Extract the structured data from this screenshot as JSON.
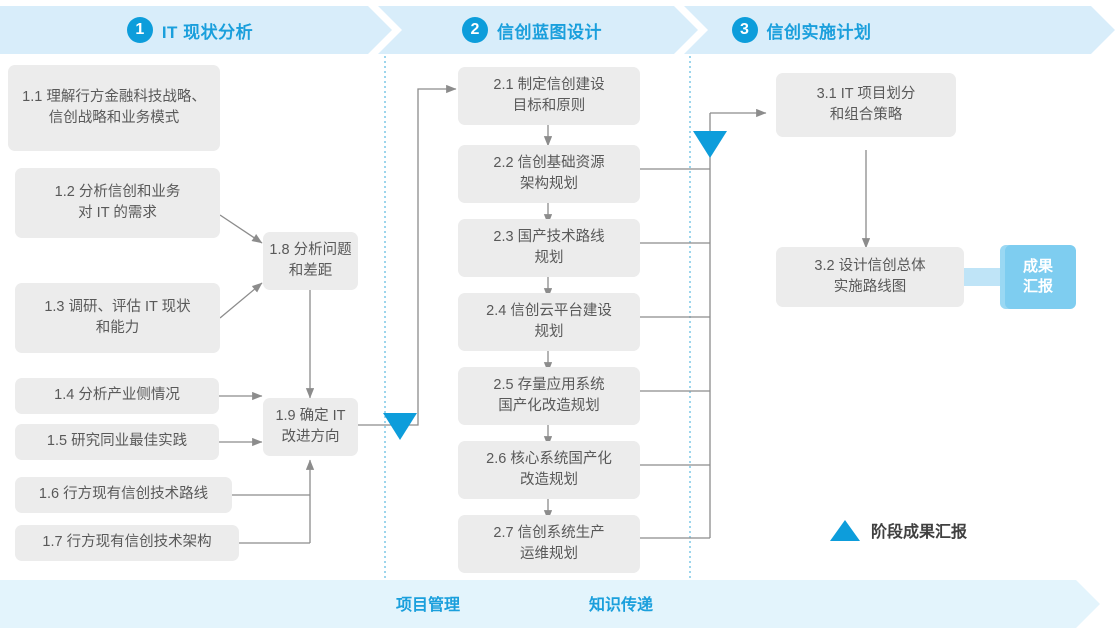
{
  "header": {
    "phases": [
      {
        "number": "1",
        "title": "IT 现状分析"
      },
      {
        "number": "2",
        "title": "信创蓝图设计"
      },
      {
        "number": "3",
        "title": "信创实施计划"
      }
    ]
  },
  "phase1_boxes": [
    {
      "id": "1.1",
      "text": "1.1 理解行方金融科技战略、\n信创战略和业务模式"
    },
    {
      "id": "1.2",
      "text": "1.2 分析信创和业务\n对 IT 的需求"
    },
    {
      "id": "1.3",
      "text": "1.3 调研、评估 IT 现状\n和能力"
    },
    {
      "id": "1.4",
      "text": "1.4 分析产业侧情况"
    },
    {
      "id": "1.5",
      "text": "1.5 研究同业最佳实践"
    },
    {
      "id": "1.6",
      "text": "1.6 行方现有信创技术路线"
    },
    {
      "id": "1.7",
      "text": "1.7 行方现有信创技术架构"
    },
    {
      "id": "1.8",
      "text": "1.8 分析问题\n和差距"
    },
    {
      "id": "1.9",
      "text": "1.9 确定 IT\n改进方向"
    }
  ],
  "phase2_boxes": [
    {
      "id": "2.1",
      "text": "2.1 制定信创建设\n目标和原则"
    },
    {
      "id": "2.2",
      "text": "2.2 信创基础资源\n架构规划"
    },
    {
      "id": "2.3",
      "text": "2.3 国产技术路线\n规划"
    },
    {
      "id": "2.4",
      "text": "2.4 信创云平台建设\n规划"
    },
    {
      "id": "2.5",
      "text": "2.5 存量应用系统\n国产化改造规划"
    },
    {
      "id": "2.6",
      "text": "2.6 核心系统国产化\n改造规划"
    },
    {
      "id": "2.7",
      "text": "2.7 信创系统生产\n运维规划"
    }
  ],
  "phase3_boxes": [
    {
      "id": "3.1",
      "text": "3.1 IT 项目划分\n和组合策略"
    },
    {
      "id": "3.2",
      "text": "3.2 设计信创总体\n实施路线图"
    }
  ],
  "deliverable": {
    "text": "成果\n汇报"
  },
  "legend": {
    "label": "阶段成果汇报",
    "marker": "milestone-triangle"
  },
  "bottom": {
    "labels": [
      "项目管理",
      "知识传递"
    ]
  },
  "colors": {
    "phase_band": "#d8edfa",
    "accent_blue": "#0d9ddb",
    "title_blue": "#1a9fdc",
    "box_gray": "#ececec",
    "box_text": "#595959",
    "deliverable_blue": "#7ecdf0",
    "bottom_band": "#e3f4fc",
    "connector_gray": "#8c8c8c",
    "divider_dotted": "#5bb9e0"
  }
}
